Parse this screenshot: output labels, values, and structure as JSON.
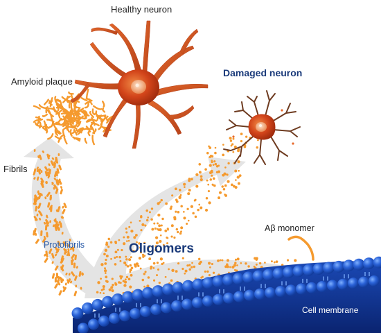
{
  "labels": {
    "healthy_neuron": "Healthy neuron",
    "amyloid_plaque": "Amyloid plaque",
    "fibrils": "Fibrils",
    "damaged_neuron": "Damaged neuron",
    "protofibrils": "Protofibrils",
    "oligomers": "Oligomers",
    "abeta_monomer": "Aβ monomer",
    "cell_membrane": "Cell membrane"
  },
  "colors": {
    "arrow_fill": "#e4e4e4",
    "particle": "#f59a2e",
    "neuron_body": "#d2441a",
    "neuron_nucleus": "#f7b98f",
    "damaged_dendrite": "#6e3b20",
    "membrane_dark": "#0f2f8c",
    "membrane_bead": "#2b63d8",
    "label_dark_blue": "#1a3a7a",
    "label_blue": "#2a5aa8"
  },
  "icons": [
    "healthy-neuron-icon",
    "damaged-neuron-icon",
    "amyloid-plaque-icon",
    "cell-membrane-icon",
    "abeta-monomer-icon"
  ]
}
